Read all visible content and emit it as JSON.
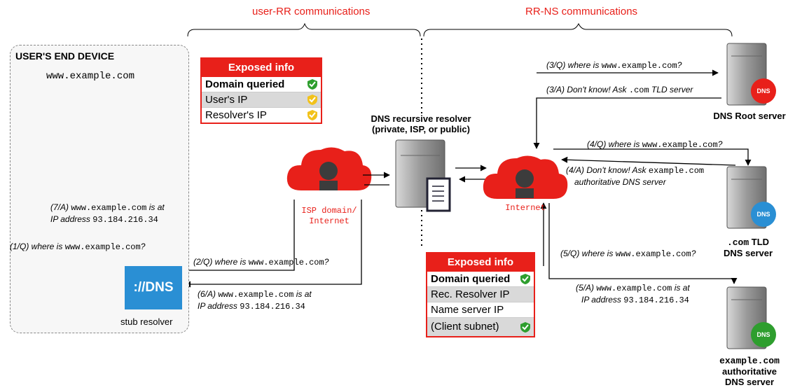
{
  "headers": {
    "user_rr": "user-RR communications",
    "rr_ns": "RR-NS communications"
  },
  "end_device": {
    "title": "USER'S END DEVICE",
    "url": "www.example.com",
    "stub_label": "stub resolver",
    "dns_logo": "://DNS"
  },
  "exposed_top": {
    "title": "Exposed info",
    "rows": [
      {
        "label": "Domain queried",
        "shield": "green"
      },
      {
        "label": "User's IP",
        "shield": "yellow"
      },
      {
        "label": "Resolver's IP",
        "shield": "yellow"
      }
    ]
  },
  "exposed_bottom": {
    "title": "Exposed info",
    "rows": [
      {
        "label": "Domain queried",
        "shield": "green"
      },
      {
        "label": "Rec. Resolver IP",
        "shield": ""
      },
      {
        "label": "Name server IP",
        "shield": ""
      },
      {
        "label": "(Client subnet)",
        "shield": "green"
      }
    ]
  },
  "clouds": {
    "isp_line1": "ISP domain/",
    "isp_line2": "Internet",
    "internet": "Internet"
  },
  "resolver": {
    "line1": "DNS recursive resolver",
    "line2": "(private, ISP, or public)"
  },
  "servers": {
    "root": "DNS Root server",
    "tld_line1_mono": ".com",
    "tld_line1_rest": " TLD",
    "tld_line2": "DNS  server",
    "auth_line1": "example.com",
    "auth_line2": "authoritative",
    "auth_line3": "DNS server",
    "dns_badge": "DNS"
  },
  "messages": {
    "m1": {
      "prefix": "(1/Q) where is ",
      "domain": "www.example.com",
      "suffix": "?"
    },
    "m2": {
      "prefix": "(2/Q) where is ",
      "domain": "www.example.com",
      "suffix": "?"
    },
    "m3": {
      "prefix": "(3/Q) where is ",
      "domain": "www.example.com",
      "suffix": "?"
    },
    "m3a": {
      "prefix": "(3/A) Don't know! Ask ",
      "domain": ".com",
      "suffix": " TLD server"
    },
    "m4": {
      "prefix": "(4/Q) where is ",
      "domain": "www.example.com",
      "suffix": "?"
    },
    "m4a": {
      "prefix": "(4/A) Don't know! Ask ",
      "domain": "example.com",
      "line2": "authoritative DNS server"
    },
    "m5": {
      "prefix": "(5/Q) where is ",
      "domain": "www.example.com",
      "suffix": "?"
    },
    "m5a": {
      "prefix": "(5/A) ",
      "domain": "www.example.com",
      "suffix": " is at",
      "line2_prefix": "IP address ",
      "ip": "93.184.216.34"
    },
    "m6": {
      "prefix": "(6/A) ",
      "domain": "www.example.com",
      "suffix": " is at",
      "line2_prefix": "IP address ",
      "ip": "93.184.216.34"
    },
    "m7": {
      "prefix": "(7/A) ",
      "domain": "www.example.com",
      "suffix": " is at",
      "line2_prefix": "IP address ",
      "ip": "93.184.216.34"
    }
  },
  "colors": {
    "accent_red": "#e8201a",
    "dns_blue": "#2a8fd4",
    "shield_green": "#2e9e2e",
    "shield_yellow": "#f2c21b"
  }
}
